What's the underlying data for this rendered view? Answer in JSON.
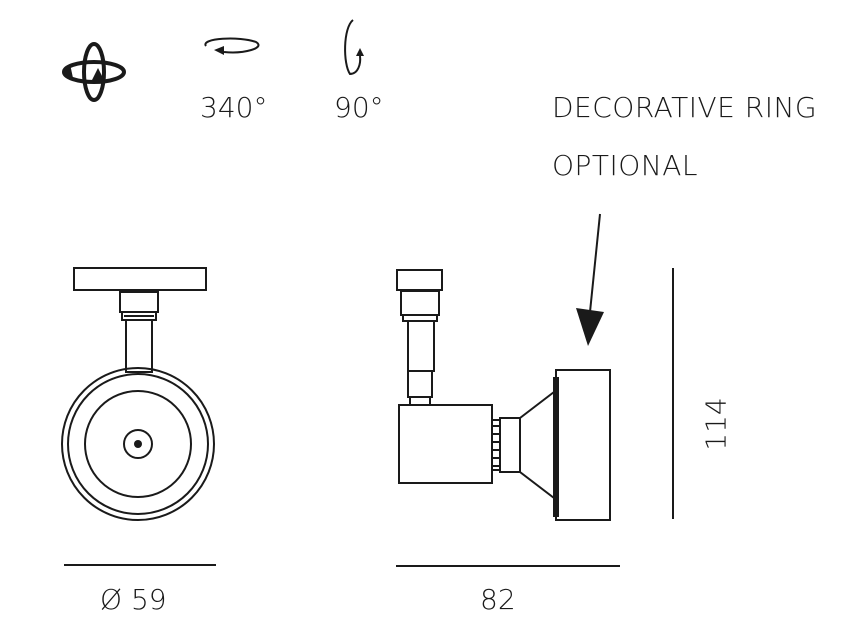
{
  "icons": {
    "rotation_both": "rotation-axes-icon",
    "rotation_horizontal": "horizontal-rotation-icon",
    "rotation_vertical": "vertical-tilt-icon"
  },
  "rotation": {
    "horizontal": "340°",
    "vertical": "90°"
  },
  "annotation": {
    "line1": "DECORATIVE RING",
    "line2": "OPTIONAL"
  },
  "dimensions": {
    "diameter": "Ø 59",
    "length": "82",
    "height": "114"
  },
  "colors": {
    "stroke": "#1a1a1a",
    "background": "#ffffff"
  }
}
